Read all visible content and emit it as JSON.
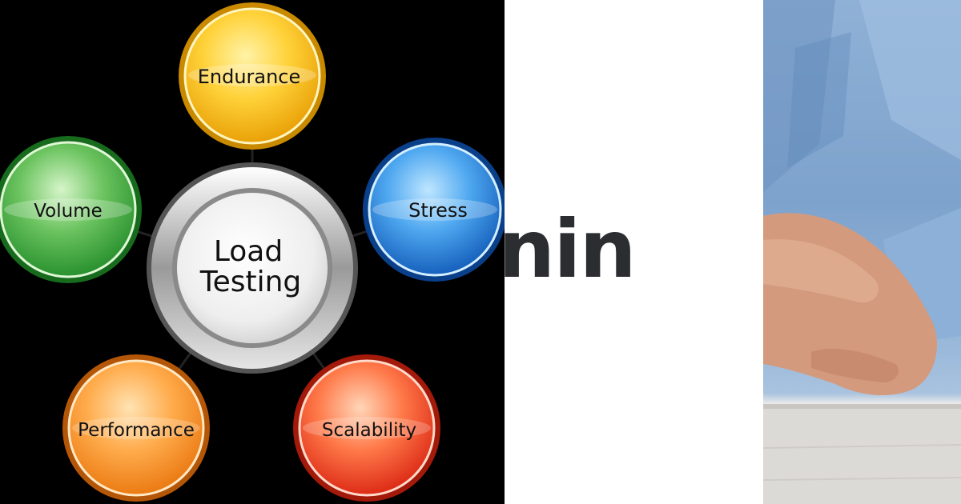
{
  "diagram": {
    "center": {
      "line1": "Load",
      "line2": "Testing"
    },
    "nodes": [
      {
        "id": "endurance",
        "label": "Endurance",
        "color": "#f6c40c"
      },
      {
        "id": "stress",
        "label": "Stress",
        "color": "#1b78d8"
      },
      {
        "id": "scalability",
        "label": "Scalability",
        "color": "#f0451f"
      },
      {
        "id": "performance",
        "label": "Performance",
        "color": "#f7921c"
      },
      {
        "id": "volume",
        "label": "Volume",
        "color": "#2fa33b"
      }
    ]
  },
  "heading": {
    "fragment": "nin"
  }
}
